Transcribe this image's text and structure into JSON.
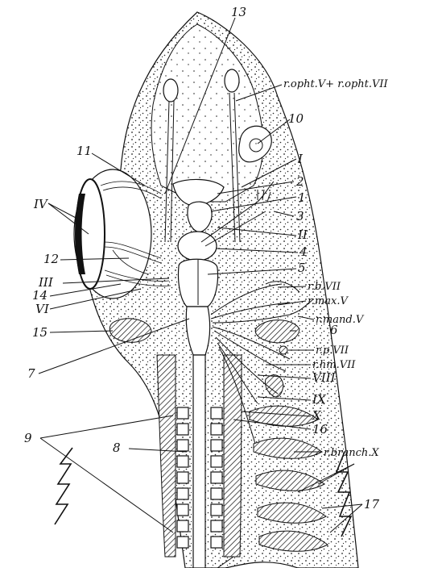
{
  "labels": {
    "n13": "13",
    "ropht": "r.opht.V+ r.opht.VII",
    "n10": "10",
    "n11": "11",
    "I": "I",
    "n2": "2",
    "n1": "1",
    "n3": "3",
    "IV": "IV",
    "II": "II",
    "n4": "4",
    "n12": "12",
    "n5": "5",
    "III": "III",
    "rbVII": "r.b.VII",
    "n14": "14",
    "rmaxV": "r.max.V",
    "VI": "VI",
    "rmandV": "r.mand.V",
    "n15": "15",
    "n6": "6",
    "rpVII": "r.p.VII",
    "n7": "7",
    "rhmVII": "r.hm.VII",
    "VIII": "VIII",
    "IX": "IX",
    "X": "X",
    "n16": "16",
    "n9": "9",
    "n8": "8",
    "rbranchX": "r.branch.X",
    "n17": "17"
  },
  "colors": {
    "ink": "#111111",
    "paper": "#ffffff"
  }
}
